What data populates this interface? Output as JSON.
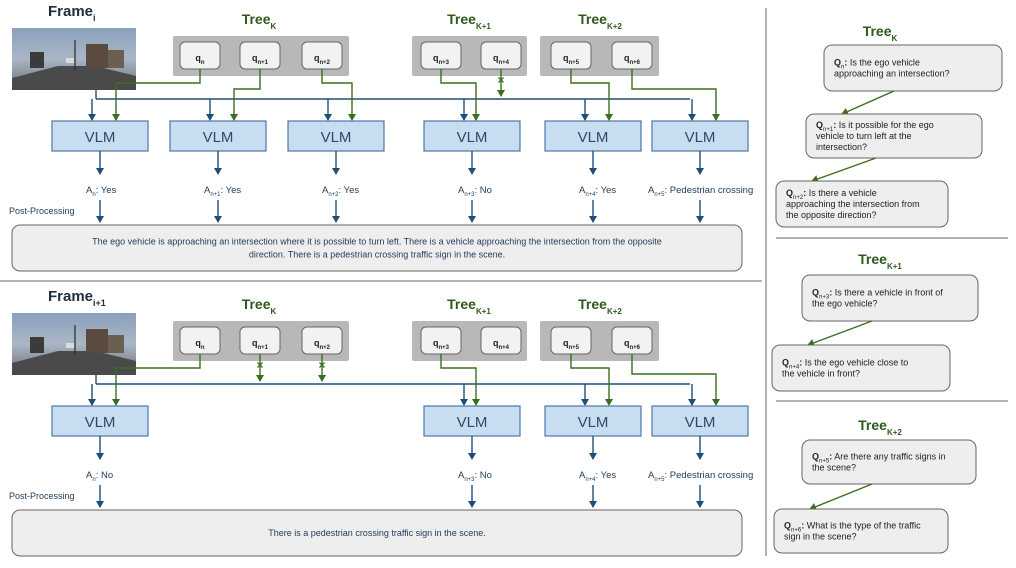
{
  "colors": {
    "tree_green": "#2e5a1a",
    "arrow_green": "#3b6e1f",
    "arrow_blue": "#1f4e79",
    "vlm_fill": "#c9ddf0",
    "vlm_stroke": "#4a78a8",
    "answer_text": "#1f3a5a",
    "panel_gray": "#b8b8b8",
    "q_fill": "#f2f2f2"
  },
  "frames": [
    {
      "label": "Frame",
      "sub": "i",
      "trees": [
        {
          "label": "Tree",
          "sub": "K",
          "questions": [
            {
              "q": "q",
              "sub": "n",
              "blocked": false
            },
            {
              "q": "q",
              "sub": "n+1",
              "blocked": false
            },
            {
              "q": "q",
              "sub": "n+2",
              "blocked": false
            }
          ]
        },
        {
          "label": "Tree",
          "sub": "K+1",
          "questions": [
            {
              "q": "q",
              "sub": "n+3",
              "blocked": false
            },
            {
              "q": "q",
              "sub": "n+4",
              "blocked": true
            }
          ]
        },
        {
          "label": "Tree",
          "sub": "K+2",
          "questions": [
            {
              "q": "q",
              "sub": "n+5",
              "blocked": false
            },
            {
              "q": "q",
              "sub": "n+6",
              "blocked": false
            }
          ]
        }
      ],
      "vlm_label": "VLM",
      "answers": [
        {
          "a": "A",
          "sub": "n",
          "text": ": Yes"
        },
        {
          "a": "A",
          "sub": "n+1",
          "text": ": Yes"
        },
        {
          "a": "A",
          "sub": "n+2",
          "text": ": Yes"
        },
        {
          "a": "A",
          "sub": "n+3",
          "text": ": No"
        },
        {
          "a": "A",
          "sub": "n+4",
          "text": ": Yes"
        },
        {
          "a": "A",
          "sub": "n+5",
          "text": ": Pedestrian crossing"
        }
      ],
      "post_label": "Post-Processing",
      "summary": "The ego vehicle is approaching an intersection where it is possible to turn left. There is a vehicle approaching the intersection from the opposite direction. There is a pedestrian crossing traffic sign in the scene."
    },
    {
      "label": "Frame",
      "sub": "i+1",
      "trees": [
        {
          "label": "Tree",
          "sub": "K",
          "questions": [
            {
              "q": "q",
              "sub": "n",
              "blocked": false
            },
            {
              "q": "q",
              "sub": "n+1",
              "blocked": true
            },
            {
              "q": "q",
              "sub": "n+2",
              "blocked": true
            }
          ]
        },
        {
          "label": "Tree",
          "sub": "K+1",
          "questions": [
            {
              "q": "q",
              "sub": "n+3",
              "blocked": false
            },
            {
              "q": "q",
              "sub": "n+4",
              "blocked": false
            }
          ]
        },
        {
          "label": "Tree",
          "sub": "K+2",
          "questions": [
            {
              "q": "q",
              "sub": "n+5",
              "blocked": false
            },
            {
              "q": "q",
              "sub": "n+6",
              "blocked": false
            }
          ]
        }
      ],
      "vlm_label": "VLM",
      "answers": [
        {
          "a": "A",
          "sub": "n",
          "text": ": No"
        },
        null,
        null,
        {
          "a": "A",
          "sub": "n+3",
          "text": ": No"
        },
        {
          "a": "A",
          "sub": "n+4",
          "text": ": Yes"
        },
        {
          "a": "A",
          "sub": "n+5",
          "text": ": Pedestrian crossing"
        }
      ],
      "post_label": "Post-Processing",
      "summary": "There is a pedestrian crossing traffic sign in the scene."
    }
  ],
  "right_panel": [
    {
      "label": "Tree",
      "sub": "K",
      "questions": [
        {
          "q": "Q",
          "sub": "n",
          "lines": [
            "Is the ego vehicle",
            "approaching an intersection?"
          ]
        },
        {
          "q": "Q",
          "sub": "n+1",
          "lines": [
            "Is it possible for the ego",
            "vehicle to turn left at the",
            "intersection?"
          ]
        },
        {
          "q": "Q",
          "sub": "n+2",
          "lines": [
            "Is there a vehicle",
            "approaching the intersection from",
            "the opposite direction?"
          ]
        }
      ]
    },
    {
      "label": "Tree",
      "sub": "K+1",
      "questions": [
        {
          "q": "Q",
          "sub": "n+3",
          "lines": [
            "Is there a vehicle in front of",
            "the ego vehicle?"
          ]
        },
        {
          "q": "Q",
          "sub": "n+4",
          "lines": [
            "Is the ego vehicle close to",
            "the vehicle in front?"
          ]
        }
      ]
    },
    {
      "label": "Tree",
      "sub": "K+2",
      "questions": [
        {
          "q": "Q",
          "sub": "n+5",
          "lines": [
            "Are there any traffic signs in",
            "the scene?"
          ]
        },
        {
          "q": "Q",
          "sub": "n+6",
          "lines": [
            "What is the type of the traffic",
            "sign in the scene?"
          ]
        }
      ]
    }
  ]
}
